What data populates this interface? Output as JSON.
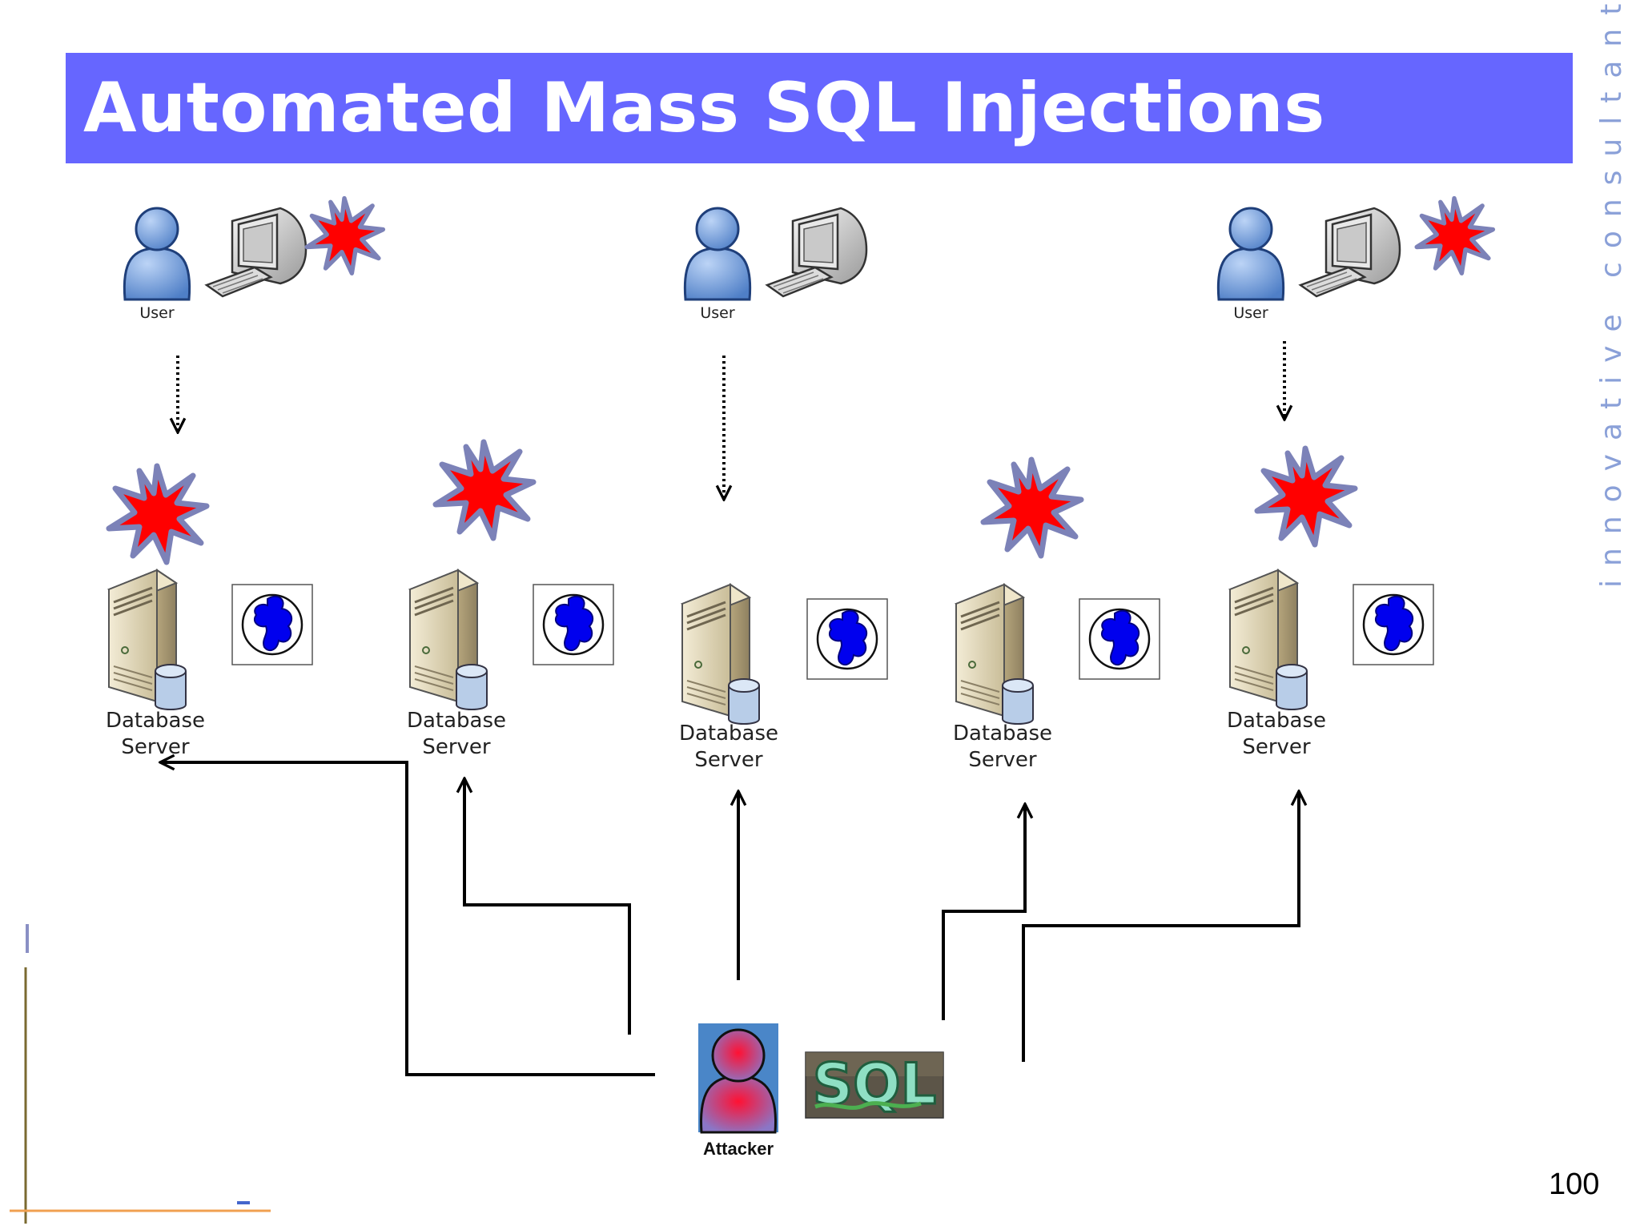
{
  "slide": {
    "title": "Automated Mass SQL Injections",
    "side_text": "innovative consultants",
    "page_number": "100"
  },
  "diagram": {
    "users": [
      {
        "label": "User",
        "compromised": true
      },
      {
        "label": "User",
        "compromised": false
      },
      {
        "label": "User",
        "compromised": true
      }
    ],
    "servers": [
      {
        "label_line1": "Database",
        "label_line2": "Server",
        "compromised": true
      },
      {
        "label_line1": "Database",
        "label_line2": "Server",
        "compromised": true
      },
      {
        "label_line1": "Database",
        "label_line2": "Server",
        "compromised": false
      },
      {
        "label_line1": "Database",
        "label_line2": "Server",
        "compromised": true
      },
      {
        "label_line1": "Database",
        "label_line2": "Server",
        "compromised": true
      }
    ],
    "attacker": {
      "label": "Attacker"
    },
    "sql_badge": {
      "text": "SQL"
    },
    "icons": {
      "user": "user-icon",
      "computer": "computer-icon",
      "server": "database-server-icon",
      "web": "web-globe-icon",
      "explosion": "explosion-icon",
      "sql": "sql-logo-icon"
    },
    "colors": {
      "title_bar": "#6666ff",
      "explosion": "#ff0000",
      "explosion_outline": "#7c82b8",
      "globe": "#0000ee",
      "user_body": "#6699dd",
      "attacker_body": "#ff2244"
    }
  }
}
